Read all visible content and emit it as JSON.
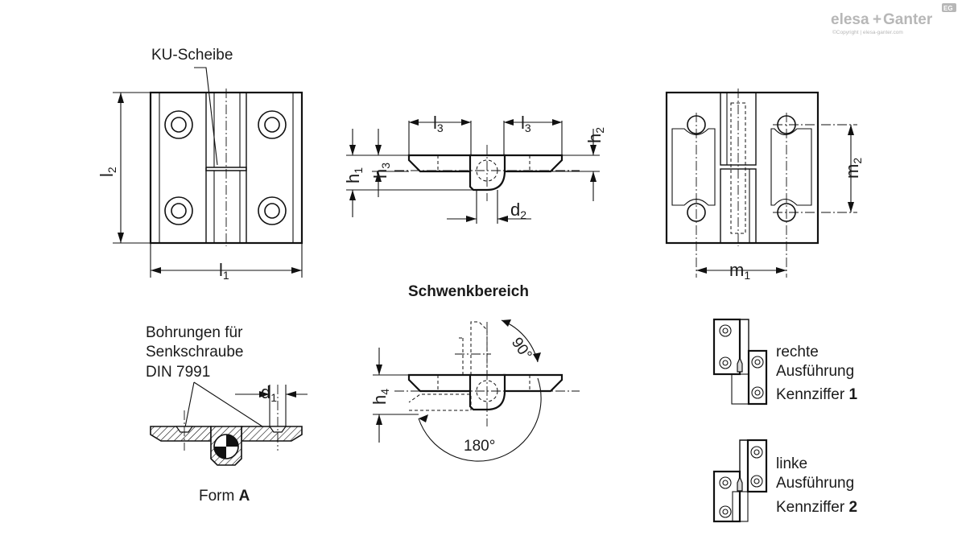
{
  "brand": {
    "logo_left": "elesa",
    "logo_plus": "+",
    "logo_right": "Ganter",
    "badge": "EG",
    "copyright": "©Copyright | elesa-ganter.com"
  },
  "labels": {
    "ku_scheibe": "KU-Scheibe",
    "schwenkbereich": "Schwenkbereich",
    "bohrungen_line1": "Bohrungen für",
    "bohrungen_line2": "Senkschraube",
    "bohrungen_line3": "DIN 7991",
    "form_prefix": "Form ",
    "form_letter": "A",
    "angle_90": "90°",
    "angle_180": "180°"
  },
  "dimensions": {
    "l1": {
      "main": "l",
      "sub": "1"
    },
    "l2": {
      "main": "l",
      "sub": "2"
    },
    "l3_left": {
      "main": "l",
      "sub": "3"
    },
    "l3_right": {
      "main": "l",
      "sub": "3"
    },
    "h1": {
      "main": "h",
      "sub": "1"
    },
    "h2": {
      "main": "h",
      "sub": "2"
    },
    "h3": {
      "main": "h",
      "sub": "3"
    },
    "h4": {
      "main": "h",
      "sub": "4"
    },
    "d1": {
      "main": "d",
      "sub": "1"
    },
    "d2": {
      "main": "d",
      "sub": "2"
    },
    "m1": {
      "main": "m",
      "sub": "1"
    },
    "m2": {
      "main": "m",
      "sub": "2"
    }
  },
  "versions": {
    "right": {
      "line1": "rechte",
      "line2": "Ausführung",
      "code_label": "Kennziffer ",
      "code": "1"
    },
    "left": {
      "line1": "linke",
      "line2": "Ausführung",
      "code_label": "Kennziffer ",
      "code": "2"
    }
  }
}
